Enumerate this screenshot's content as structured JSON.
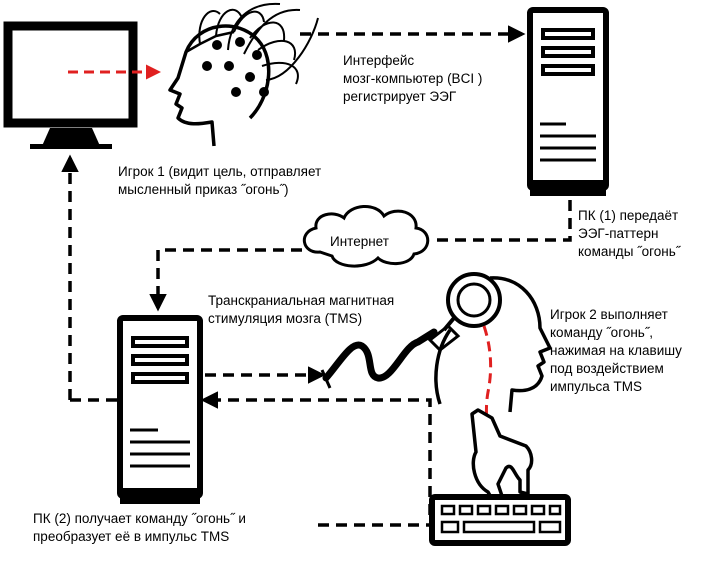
{
  "labels": {
    "bci": "Интерфейс\nмозг-компьютер (BCI )\nрегистрирует ЭЭГ",
    "player1": "Игрок 1 (видит цель, отправляет\nмысленный приказ ˝огонь˝)",
    "pc1": "ПК (1) передаёт\nЭЭГ-паттерн\nкоманды ˝огонь˝",
    "internet": "Интернет",
    "tms": "Транскраниальная магнитная\nстимуляция мозга (TMS)",
    "player2": "Игрок 2 выполняет\nкоманду ˝огонь˝,\nнажимая на клавишу\nпод воздействием\nимпульса TMS",
    "pc2": "ПК (2) получает команду ˝огонь˝ и\nпреобразует её в импульс TMS"
  },
  "icons": {
    "monitor": "monitor-icon",
    "head1": "head-with-electrodes-icon",
    "pc1": "pc-tower-icon",
    "cloud": "cloud-icon",
    "pc2": "pc-tower-icon",
    "coil": "tms-coil-icon",
    "head2": "head-profile-icon",
    "hand": "hand-icon",
    "keyboard": "keyboard-icon"
  },
  "colors": {
    "line": "#000000",
    "accent": "#e02020",
    "background": "#ffffff"
  }
}
